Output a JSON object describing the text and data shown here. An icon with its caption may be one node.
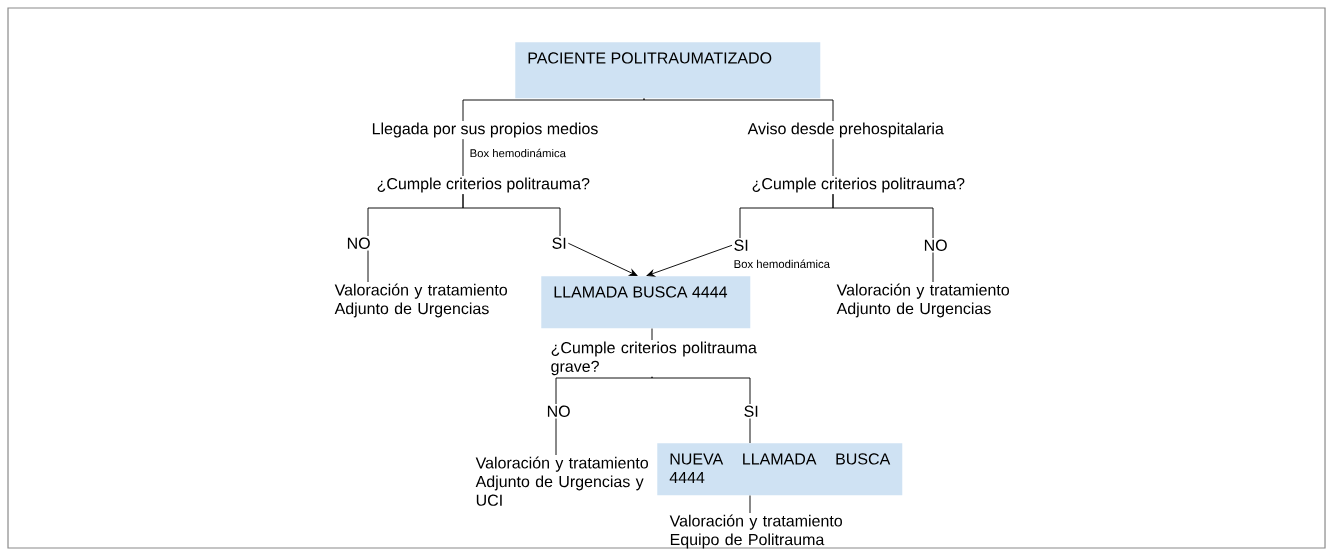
{
  "diagram": {
    "nodes": [
      {
        "text": [
          "PACIENTE POLITRAUMATIZADO"
        ]
      },
      {
        "text": [
          "Llegada por sus propios medios"
        ]
      },
      {
        "text": [
          "Aviso desde prehospitalaria"
        ]
      },
      {
        "text": [
          "¿Cumple criterios politrauma?"
        ]
      },
      {
        "text": [
          "¿Cumple criterios politrauma?"
        ]
      },
      {
        "text": [
          "NO"
        ]
      },
      {
        "text": [
          "SI"
        ]
      },
      {
        "text": [
          "SI"
        ],
        "beside": [
          "Box hemodinámica"
        ]
      },
      {
        "text": [
          "NO"
        ]
      },
      {
        "text": [
          "Valoración y tratamiento Adjunto de Urgencias"
        ]
      },
      {
        "text": [
          "LLAMADA BUSCA 4444"
        ]
      },
      {
        "text": [
          "Valoración y tratamiento Adjunto de Urgencias"
        ]
      },
      {
        "text": [
          "¿Cumple criterios politrauma grave?"
        ]
      },
      {
        "text": [
          "NO"
        ]
      },
      {
        "text": [
          "SI"
        ]
      },
      {
        "text": [
          "Valoración y tratamiento Adjunto de Urgencias y UCI"
        ]
      },
      {
        "text": [
          "NUEVA LLAMADA BUSCA 4444"
        ]
      },
      {
        "text": [
          "Valoración y tratamiento Equipo de Politrauma"
        ]
      }
    ],
    "edges": [
      {
        "from": 0,
        "to": 1,
        "arrow": "none"
      },
      {
        "from": 0,
        "to": 2,
        "arrow": "none"
      },
      {
        "from": 1,
        "to": 3,
        "arrow": "none",
        "label": "Box hemodinámica"
      },
      {
        "from": 2,
        "to": 4,
        "arrow": "none"
      },
      {
        "from": 3,
        "to": 5,
        "arrow": "none"
      },
      {
        "from": 3,
        "to": 6,
        "arrow": "none"
      },
      {
        "from": 4,
        "to": 7,
        "arrow": "none"
      },
      {
        "from": 4,
        "to": 8,
        "arrow": "none"
      },
      {
        "from": 5,
        "to": 9,
        "arrow": "none"
      },
      {
        "from": 6,
        "to": 10,
        "arrow": "to"
      },
      {
        "from": 7,
        "to": 10,
        "arrow": "to"
      },
      {
        "from": 8,
        "to": 11,
        "arrow": "none"
      },
      {
        "from": 10,
        "to": 12,
        "arrow": "none"
      },
      {
        "from": 12,
        "to": 13,
        "arrow": "none"
      },
      {
        "from": 12,
        "to": 14,
        "arrow": "none"
      },
      {
        "from": 13,
        "to": 15,
        "arrow": "none"
      },
      {
        "from": 14,
        "to": 16,
        "arrow": "none"
      },
      {
        "from": 16,
        "to": 17,
        "arrow": "none"
      }
    ]
  }
}
